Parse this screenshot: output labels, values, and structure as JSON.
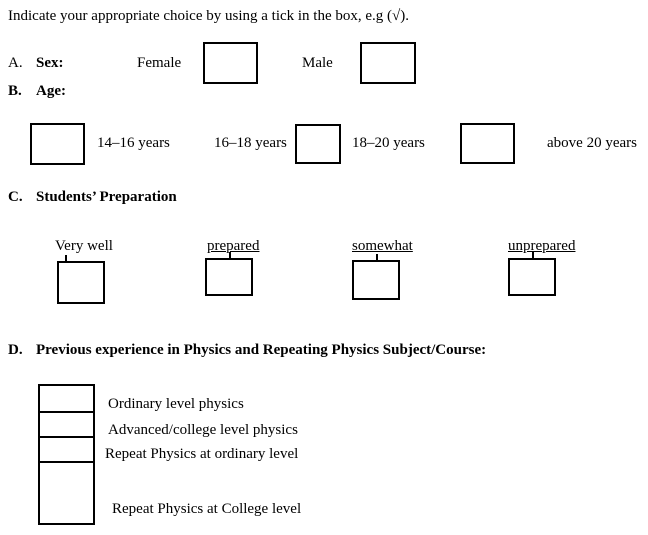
{
  "instruction": "Indicate your appropriate choice by using  a tick in the box, e.g  (√).",
  "sections": {
    "a": {
      "letter": "A.",
      "title": "Sex:",
      "female_label": "Female",
      "male_label": "Male"
    },
    "b": {
      "letter": "B.",
      "title": "Age:",
      "options": [
        "14–16 years",
        "16–18 years",
        "18–20 years",
        "above 20 years"
      ]
    },
    "c": {
      "letter": "C.",
      "title": "Students’ Preparation",
      "options": [
        "Very well",
        "prepared",
        "somewhat",
        "unprepared"
      ]
    },
    "d": {
      "letter": "D.",
      "title": "Previous experience in Physics and Repeating Physics Subject/Course:",
      "options": [
        "Ordinary level physics",
        "Advanced/college level physics",
        "Repeat Physics at ordinary level",
        "Repeat Physics at College level"
      ]
    }
  }
}
